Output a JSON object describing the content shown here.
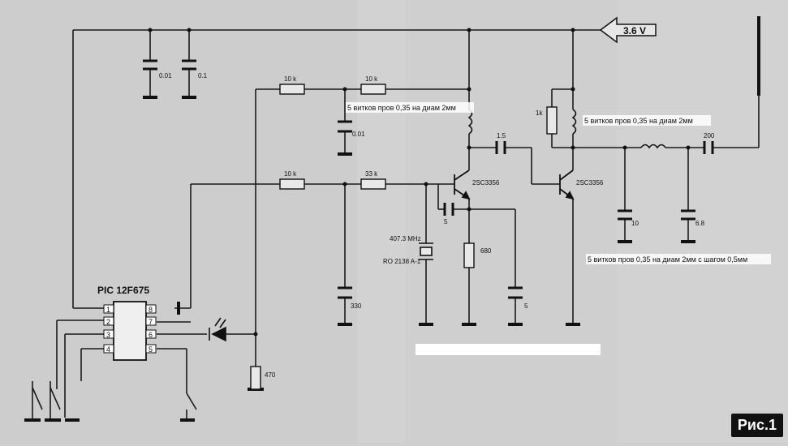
{
  "supply_label": "3.6 V",
  "mcu": {
    "label": "PIC 12F675",
    "pins": [
      "1",
      "2",
      "3",
      "4",
      "5",
      "6",
      "7",
      "8"
    ]
  },
  "resistors": {
    "r_top_left": "10 k",
    "r_top_right": "10 k",
    "r_mid_left": "10 k",
    "r_mid_right": "33 k",
    "r_collector": "1k",
    "r_emitter": "680",
    "r_led": "470"
  },
  "capacitors": {
    "c_supply_1": "0.01",
    "c_supply_2": "0.1",
    "c_bias": "0.01",
    "c_input": "330",
    "c_feedback": "5",
    "c_emitter": "5",
    "c_coupling": "1.5",
    "c_out_shunt_1": "10",
    "c_out_shunt_2": "6.8",
    "c_out_series": "200"
  },
  "transistors": {
    "q1": "2SC3356",
    "q2": "2SC3356"
  },
  "resonator": {
    "freq": "407.3 MHz",
    "part": "RO 2138 A-1"
  },
  "annotations": {
    "coil_1": "5 витков пров 0,35 на диам 2мм",
    "coil_2": "5 витков пров 0,35 на диам 2мм",
    "coil_3": "5 витков пров 0,35 на диам 2мм с шагом 0,5мм"
  },
  "figure_label": "Рис.1"
}
